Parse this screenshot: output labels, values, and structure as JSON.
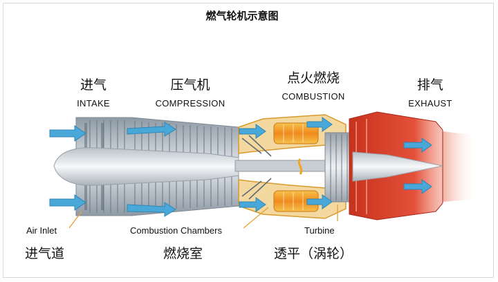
{
  "title": "燃气轮机示意图",
  "sections": {
    "intake": {
      "zh": "进气",
      "en": "INTAKE"
    },
    "compression": {
      "zh": "压气机",
      "en": "COMPRESSION"
    },
    "combustion": {
      "zh": "点火燃烧",
      "en": "COMBUSTION"
    },
    "exhaust": {
      "zh": "排气",
      "en": "EXHAUST"
    }
  },
  "callouts": {
    "air_inlet": {
      "en": "Air Inlet",
      "zh": "进气道"
    },
    "combustion_chambers": {
      "en": "Combustion Chambers",
      "zh": "燃烧室"
    },
    "turbine": {
      "en": "Turbine",
      "zh": "透平（涡轮）"
    }
  },
  "colors": {
    "airflow": "#4aa8d8",
    "casing": "#a8b2bb",
    "combustion": "#f2a51a",
    "exhaust": "#d93a22",
    "leader": "#e8a23a"
  }
}
